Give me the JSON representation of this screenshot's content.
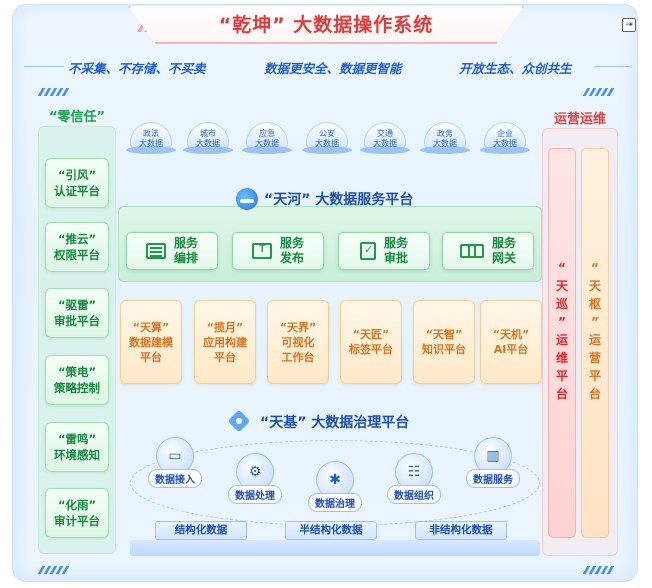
{
  "header": {
    "title": "“乾坤” 大数据操作系统"
  },
  "slogans": [
    "不采集、不存储、不买卖",
    "数据更安全、数据更智能",
    "开放生态、众创共生"
  ],
  "left_column": {
    "heading": "“零信任”",
    "items": [
      {
        "line1": "“引风”",
        "line2": "认证平台"
      },
      {
        "line1": "“推云”",
        "line2": "权限平台"
      },
      {
        "line1": "“驱雷”",
        "line2": "审批平台"
      },
      {
        "line1": "“策电”",
        "line2": "策略控制"
      },
      {
        "line1": "“雷鸣”",
        "line2": "环境感知"
      },
      {
        "line1": "“化雨”",
        "line2": "审计平台"
      }
    ]
  },
  "right_column": {
    "heading": "运营运维",
    "bars": [
      {
        "chars": [
          "“",
          "天",
          "巡",
          "”",
          "运",
          "维",
          "平",
          "台"
        ],
        "color": "#d92a2a"
      },
      {
        "chars": [
          "“",
          "天",
          "枢",
          "”",
          "运",
          "营",
          "平",
          "台"
        ],
        "color": "#d9741e"
      }
    ]
  },
  "data_sources": [
    {
      "line1": "政法",
      "line2": "大数据"
    },
    {
      "line1": "城市",
      "line2": "大数据"
    },
    {
      "line1": "应急",
      "line2": "大数据"
    },
    {
      "line1": "公安",
      "line2": "大数据"
    },
    {
      "line1": "交通",
      "line2": "大数据"
    },
    {
      "line1": "政务",
      "line2": "大数据"
    },
    {
      "line1": "企业",
      "line2": "大数据"
    }
  ],
  "tianhe": {
    "title": "“天河”  大数据服务平台",
    "services": [
      {
        "icon": "list-icon",
        "line1": "服务",
        "line2": "编排"
      },
      {
        "icon": "upload-monitor-icon",
        "line1": "服务",
        "line2": "发布"
      },
      {
        "icon": "document-check-icon",
        "line1": "服务",
        "line2": "审批"
      },
      {
        "icon": "gateway-icon",
        "line1": "服务",
        "line2": "网关"
      }
    ],
    "apps": [
      {
        "line1": "“天算”",
        "line2": "数据建模",
        "line3": "平台"
      },
      {
        "line1": "“揽月”",
        "line2": "应用构建",
        "line3": "平台"
      },
      {
        "line1": "“天界”",
        "line2": "可视化",
        "line3": "工作台"
      },
      {
        "line1": "“天匠”",
        "line2": "标签平台",
        "line3": ""
      },
      {
        "line1": "“天智”",
        "line2": "知识平台",
        "line3": ""
      },
      {
        "line1": "“天机”",
        "line2": "AI平台",
        "line3": ""
      }
    ]
  },
  "tianji": {
    "title": "“天基”  大数据治理平台",
    "nodes": [
      {
        "label": "数据接入",
        "icon": "monitor-icon",
        "glyph": "▭"
      },
      {
        "label": "数据处理",
        "icon": "gears-icon",
        "glyph": "⚙"
      },
      {
        "label": "数据治理",
        "icon": "network-icon",
        "glyph": "✱"
      },
      {
        "label": "数据组织",
        "icon": "hierarchy-icon",
        "glyph": "☷"
      },
      {
        "label": "数据服务",
        "icon": "bar-chart-icon",
        "glyph": "▥"
      }
    ],
    "data_types": [
      "结构化数据",
      "半结构化数据",
      "非结构化数据"
    ]
  },
  "colors": {
    "title_red": "#e03a3a",
    "slogan_blue": "#1c5fd1",
    "green": "#148a3c",
    "orange": "#d9741e",
    "navy": "#1b4fb0"
  }
}
